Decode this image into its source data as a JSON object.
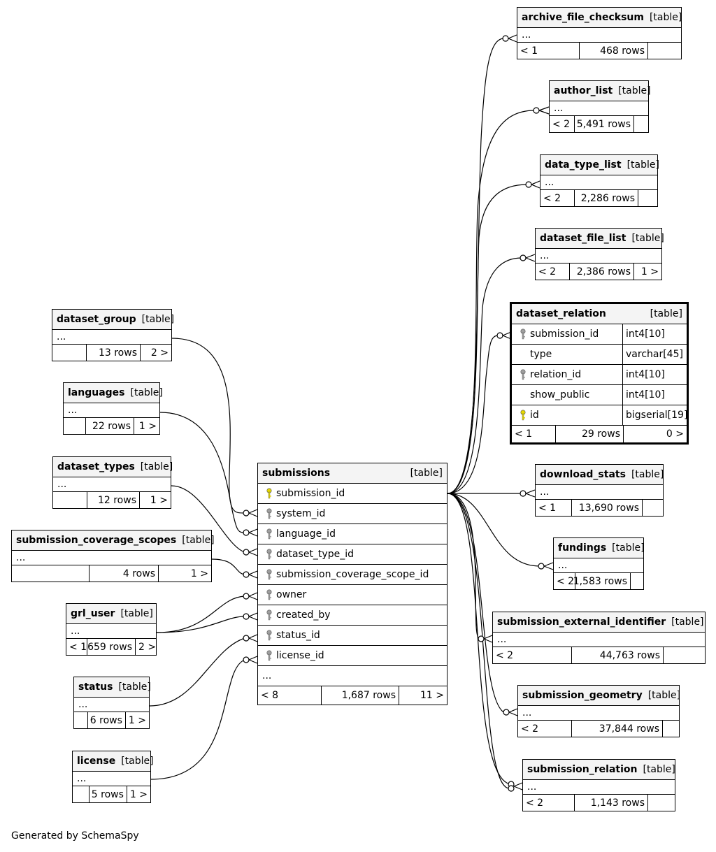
{
  "footer": "Generated by SchemaSpy",
  "colors": {
    "primary_key": "#e6d800",
    "foreign_key": "#a0a0a0",
    "header_bg": "#f4f4f4"
  },
  "icons": {
    "primary_key": "key-icon",
    "foreign_key": "key-icon"
  },
  "focus_table": {
    "name": "submissions",
    "kind": "[table]",
    "columns": [
      {
        "name": "submission_id",
        "key": "pk"
      },
      {
        "name": "system_id",
        "key": "fk"
      },
      {
        "name": "language_id",
        "key": "fk"
      },
      {
        "name": "dataset_type_id",
        "key": "fk"
      },
      {
        "name": "submission_coverage_scope_id",
        "key": "fk"
      },
      {
        "name": "owner",
        "key": "fk"
      },
      {
        "name": "created_by",
        "key": "fk"
      },
      {
        "name": "status_id",
        "key": "fk"
      },
      {
        "name": "license_id",
        "key": "fk"
      }
    ],
    "ellipsis": "...",
    "footer": {
      "parents": "< 8",
      "rows": "1,687 rows",
      "children": "11 >"
    }
  },
  "relation_table": {
    "name": "dataset_relation",
    "kind": "[table]",
    "columns": [
      {
        "name": "submission_id",
        "type": "int4[10]",
        "key": "fk"
      },
      {
        "name": "type",
        "type": "varchar[45]",
        "key": ""
      },
      {
        "name": "relation_id",
        "type": "int4[10]",
        "key": "fk"
      },
      {
        "name": "show_public",
        "type": "int4[10]",
        "key": ""
      },
      {
        "name": "id",
        "type": "bigserial[19]",
        "key": "pk"
      }
    ],
    "footer": {
      "parents": "< 1",
      "rows": "29 rows",
      "children": "0 >"
    }
  },
  "left_tables": [
    {
      "name": "dataset_group",
      "kind": "[table]",
      "ellipsis": "...",
      "footer": {
        "parents": "",
        "rows": "13 rows",
        "children": "2 >"
      }
    },
    {
      "name": "languages",
      "kind": "[table]",
      "ellipsis": "...",
      "footer": {
        "parents": "",
        "rows": "22 rows",
        "children": "1 >"
      }
    },
    {
      "name": "dataset_types",
      "kind": "[table]",
      "ellipsis": "...",
      "footer": {
        "parents": "",
        "rows": "12 rows",
        "children": "1 >"
      }
    },
    {
      "name": "submission_coverage_scopes",
      "kind": "[table]",
      "ellipsis": "...",
      "footer": {
        "parents": "",
        "rows": "4 rows",
        "children": "1 >"
      }
    },
    {
      "name": "grl_user",
      "kind": "[table]",
      "ellipsis": "...",
      "footer": {
        "parents": "< 1",
        "rows": "659 rows",
        "children": "2 >"
      }
    },
    {
      "name": "status",
      "kind": "[table]",
      "ellipsis": "...",
      "footer": {
        "parents": "",
        "rows": "6 rows",
        "children": "1 >"
      }
    },
    {
      "name": "license",
      "kind": "[table]",
      "ellipsis": "...",
      "footer": {
        "parents": "",
        "rows": "5 rows",
        "children": "1 >"
      }
    }
  ],
  "right_tables": [
    {
      "name": "archive_file_checksum",
      "kind": "[table]",
      "ellipsis": "...",
      "footer": {
        "parents": "< 1",
        "rows": "468 rows",
        "children": ""
      }
    },
    {
      "name": "author_list",
      "kind": "[table]",
      "ellipsis": "...",
      "footer": {
        "parents": "< 2",
        "rows": "5,491 rows",
        "children": ""
      }
    },
    {
      "name": "data_type_list",
      "kind": "[table]",
      "ellipsis": "...",
      "footer": {
        "parents": "< 2",
        "rows": "2,286 rows",
        "children": ""
      }
    },
    {
      "name": "dataset_file_list",
      "kind": "[table]",
      "ellipsis": "...",
      "footer": {
        "parents": "< 2",
        "rows": "2,386 rows",
        "children": "1 >"
      }
    },
    {
      "name": "download_stats",
      "kind": "[table]",
      "ellipsis": "...",
      "footer": {
        "parents": "< 1",
        "rows": "13,690 rows",
        "children": ""
      }
    },
    {
      "name": "fundings",
      "kind": "[table]",
      "ellipsis": "...",
      "footer": {
        "parents": "< 2",
        "rows": "1,583 rows",
        "children": ""
      }
    },
    {
      "name": "submission_external_identifier",
      "kind": "[table]",
      "ellipsis": "...",
      "footer": {
        "parents": "< 2",
        "rows": "44,763 rows",
        "children": ""
      }
    },
    {
      "name": "submission_geometry",
      "kind": "[table]",
      "ellipsis": "...",
      "footer": {
        "parents": "< 2",
        "rows": "37,844 rows",
        "children": ""
      }
    },
    {
      "name": "submission_relation",
      "kind": "[table]",
      "ellipsis": "...",
      "footer": {
        "parents": "< 2",
        "rows": "1,143 rows",
        "children": ""
      }
    }
  ]
}
